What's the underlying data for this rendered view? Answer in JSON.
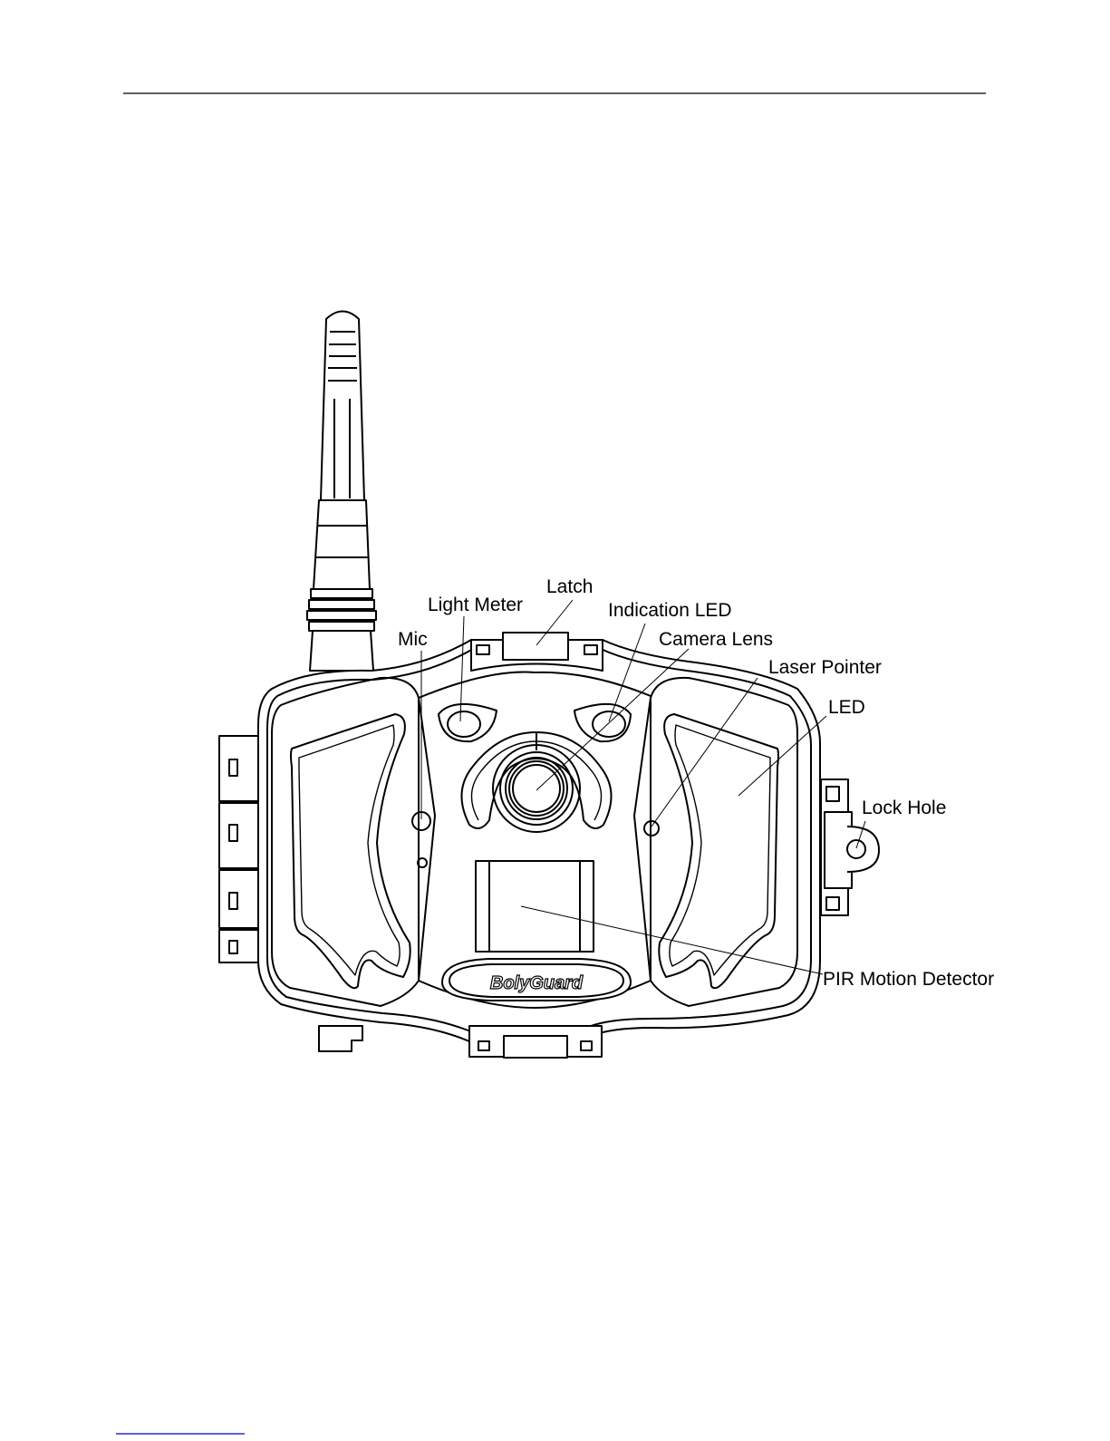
{
  "labels": {
    "latch": "Latch",
    "light_meter": "Light Meter",
    "indication_led": "Indication LED",
    "mic": "Mic",
    "camera_lens": "Camera Lens",
    "laser_pointer": "Laser Pointer",
    "led": "LED",
    "lock_hole": "Lock Hole",
    "pir_motion_detector": "PIR Motion Detector"
  },
  "brand_logo": "BolyGuard",
  "colors": {
    "line": "#000000",
    "background": "#ffffff",
    "footer_rule": "#0000cc"
  }
}
